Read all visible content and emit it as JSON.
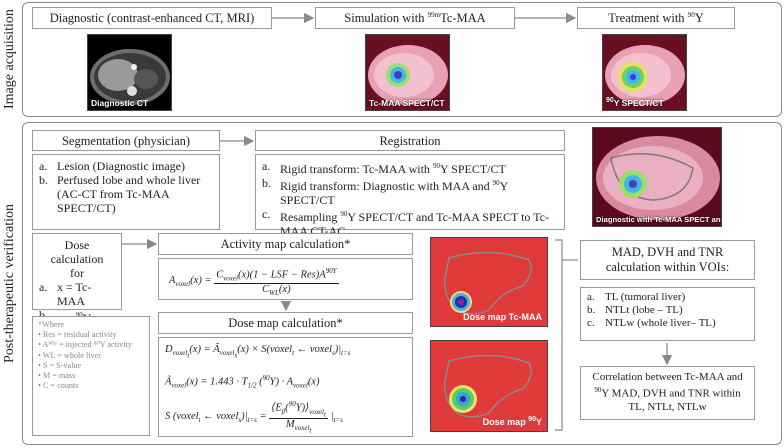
{
  "sections": {
    "acquisition": "Image acquisition",
    "verification": "Post-therapeutic verification"
  },
  "acquisition": {
    "diagnostic": {
      "label": "Diagnostic (contrast-enhanced CT, MRI)",
      "caption": "Diagnostic CT"
    },
    "simulation": {
      "label_pre": "Simulation with ",
      "label_iso": "99m",
      "label_post": "Tc-MAA",
      "caption": "Tc-MAA SPECT/CT"
    },
    "treatment": {
      "label_pre": "Treatment with ",
      "label_iso": "90",
      "label_post": "Y",
      "caption_iso": "90",
      "caption": "Y SPECT/CT"
    }
  },
  "segmentation": {
    "title": "Segmentation (physician)",
    "items": [
      {
        "key": "a.",
        "text": "Lesion (Diagnostic image)"
      },
      {
        "key": "b.",
        "text": "Perfused lobe and whole liver (AC-CT from Tc-MAA SPECT/CT)"
      }
    ]
  },
  "registration": {
    "title": "Registration",
    "items": [
      {
        "key": "a.",
        "pre": "Rigid transform: Tc-MAA with ",
        "iso": "90",
        "post": "Y SPECT/CT"
      },
      {
        "key": "b.",
        "pre": "Rigid transform: Diagnostic with MAA and ",
        "iso": "90",
        "post": "Y SPECT/CT"
      },
      {
        "key": "c.",
        "pre": "Resampling ",
        "iso": "90",
        "post": "Y SPECT/CT and Tc-MAA SPECT to Tc-MAA CT-AC"
      }
    ],
    "image_caption": "Diagnostic with Tc-MAA SPECT and WL"
  },
  "dose_calc": {
    "title_line1": "Dose calculation",
    "title_line2": "for",
    "items": [
      {
        "key": "a.",
        "text": "x = Tc-MAA"
      },
      {
        "key": "b.",
        "pre": "x = ",
        "iso": "90",
        "post": "Y"
      }
    ]
  },
  "where_box": {
    "header": "*Where",
    "items": [
      "Res = residual activity",
      "A⁹⁰ʸ = injected ⁹⁰Y activity",
      "WL = whole liver",
      "S = S-value",
      "M = mass",
      "C = counts"
    ]
  },
  "activity_map": {
    "title": "Activity map calculation*"
  },
  "dose_map": {
    "title": "Dose map calculation*"
  },
  "dose_images": {
    "tc": {
      "caption": "Dose map Tc-MAA"
    },
    "y": {
      "caption_pre": "Dose map ",
      "caption_iso": "90",
      "caption_post": "Y"
    }
  },
  "mad": {
    "title": "MAD, DVH and TNR calculation within VOIs:",
    "items": [
      {
        "key": "a.",
        "text": "TL (tumoral liver)"
      },
      {
        "key": "b.",
        "text": "NTLt (lobe – TL)"
      },
      {
        "key": "c.",
        "text": "NTLw (whole liver– TL)"
      }
    ]
  },
  "correlation": {
    "line1": "Correlation between Tc-MAA and",
    "iso": "90",
    "line2": "Y MAD, DVH and TNR within",
    "line3": "TL, NTLt, NTLw"
  },
  "colors": {
    "border": "#8a8a8a",
    "arrow": "#8a8a8a",
    "dose_bg": "#e03a3a"
  }
}
